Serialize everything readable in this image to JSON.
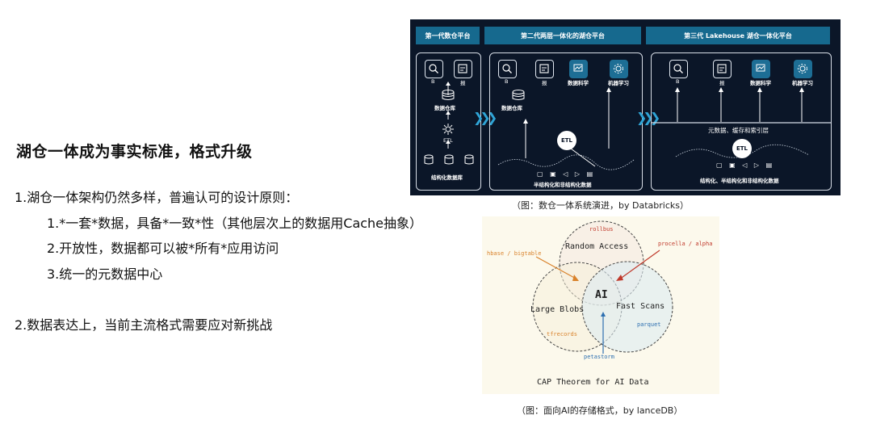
{
  "slide": {
    "title": "湖仓一体成为事实标准，格式升级",
    "point1": "1.湖仓一体架构仍然多样，普遍认可的设计原则：",
    "sub1": "1.*一套*数据，具备*一致*性（其他层次上的数据用Cache抽象）",
    "sub2": "2.开放性，数据都可以被*所有*应用访问",
    "sub3": "3.统一的元数据中心",
    "point2": "2.数据表达上，当前主流格式需要应对新挑战"
  },
  "figure1": {
    "caption": "（图：数仓一体系统演进，by Databricks）",
    "headers": [
      "第一代数仓平台",
      "第二代两层一体化的湖仓平台",
      "第三代 Lakehouse 湖仓一体化平台"
    ],
    "gen1": {
      "icon_b": "B",
      "icon_report": "报",
      "warehouse": "数据仓库",
      "etl": "ETL",
      "structured": "结构化数据库"
    },
    "gen2": {
      "icon_b": "B",
      "icon_report": "报",
      "data_science": "数据科学",
      "ml": "机器学习",
      "warehouse": "数据仓库",
      "etl": "ETL",
      "bottom": "半结构化和非结构化数据"
    },
    "gen3": {
      "icon_b": "B",
      "icon_report": "报",
      "data_science": "数据科学",
      "ml": "机器学习",
      "meta": "元数据、缓存和索引层",
      "etl": "ETL",
      "bottom": "结构化、半结构化和非结构化数据"
    }
  },
  "figure2": {
    "caption": "（图：面向AI的存储格式，by lanceDB）",
    "random_access": "Random Access",
    "rollbus": "rollbus",
    "hbase": "hbase / bigtable",
    "procella": "procella / alpha",
    "ai": "AI",
    "large_blobs": "Large Blobs",
    "fast_scans": "Fast Scans",
    "parquet": "parquet",
    "tfrecords": "tfrecords",
    "petastorm": "petastorm",
    "footer": "CAP Theorem for AI Data"
  },
  "colors": {
    "fig_bg": "#0b1628",
    "header": "#16698e",
    "accent": "#2fa4d6",
    "sketch_bg": "#fcf9ec"
  }
}
